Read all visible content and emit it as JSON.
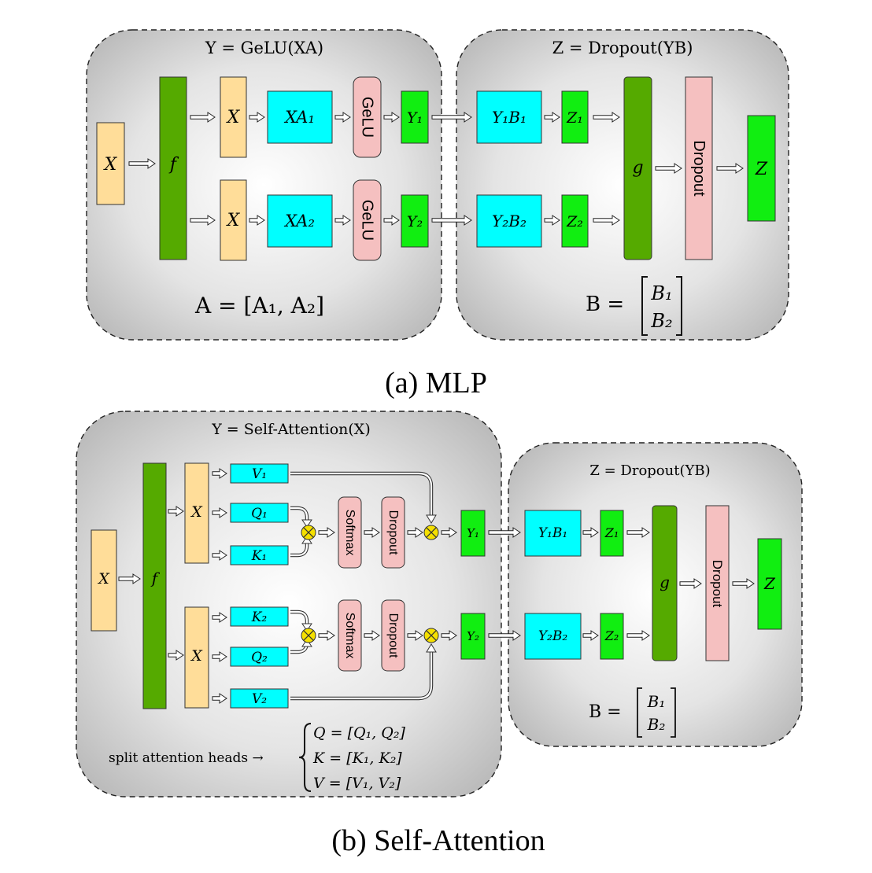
{
  "colors": {
    "input": "#FFDD99",
    "linear": "#00FFFF",
    "output": "#11EE11",
    "dense": "#55AA00",
    "op": "#F5C0C0",
    "multiply": "#F5E000",
    "panel_center": "#ffffff",
    "panel_edge": "#b4b4b4"
  },
  "mlp": {
    "left_title": "Y = GeLU(XA)",
    "right_title": "Z = Dropout(YB)",
    "caption": "(a) MLP",
    "left_formula": "A = [A₁, A₂]",
    "right_formula_lhs": "B =",
    "right_formula_top": "B₁",
    "right_formula_bottom": "B₂",
    "x_label": "X",
    "f_label": "f",
    "g_label": "g",
    "gelu_label": "GeLU",
    "dropout_label": "Dropout",
    "z_label": "Z",
    "heads": [
      {
        "x": "X",
        "xa": "XA₁",
        "y": "Y₁",
        "yb": "Y₁B₁",
        "z": "Z₁"
      },
      {
        "x": "X",
        "xa": "XA₂",
        "y": "Y₂",
        "yb": "Y₂B₂",
        "z": "Z₂"
      }
    ]
  },
  "attention": {
    "left_title": "Y = Self-Attention(X)",
    "right_title": "Z = Dropout(YB)",
    "caption": "(b) Self-Attention",
    "x_label": "X",
    "f_label": "f",
    "g_label": "g",
    "softmax_label": "Softmax",
    "dropout_label": "Dropout",
    "z_label": "Z",
    "heads": [
      {
        "x": "X",
        "top": "V₁",
        "mid": "Q₁",
        "bot": "K₁",
        "y": "Y₁",
        "yb": "Y₁B₁",
        "z": "Z₁"
      },
      {
        "x": "X",
        "top": "K₂",
        "mid": "Q₂",
        "bot": "V₂",
        "y": "Y₂",
        "yb": "Y₂B₂",
        "z": "Z₂"
      }
    ],
    "split_label": "split attention heads →",
    "split_formulas": [
      "Q = [Q₁, Q₂]",
      "K = [K₁, K₂]",
      "V = [V₁, V₂]"
    ],
    "right_formula_lhs": "B =",
    "right_formula_top": "B₁",
    "right_formula_bottom": "B₂"
  }
}
